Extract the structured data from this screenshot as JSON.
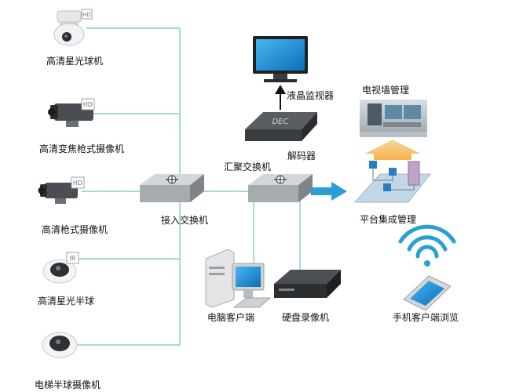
{
  "colors": {
    "line": "#7fcfcf",
    "arrow": "#2a9fd6",
    "device": "#8a8f93",
    "screen": "#1e90d6"
  },
  "cameras": [
    {
      "label": "高清星光球机",
      "badge": "HD",
      "icon": "ptz-dome-camera-icon"
    },
    {
      "label": "高清变焦枪式摄像机",
      "badge": "HD",
      "icon": "zoom-bullet-camera-icon"
    },
    {
      "label": "高清枪式摄像机",
      "badge": "HD",
      "icon": "bullet-camera-icon"
    },
    {
      "label": "高清星光半球",
      "badge": "IR",
      "icon": "ir-dome-camera-icon"
    },
    {
      "label": "电梯半球摄像机",
      "badge": "",
      "icon": "elevator-dome-camera-icon"
    }
  ],
  "nodes": {
    "access_switch": "接入交换机",
    "aggregation_switch": "汇聚交换机",
    "decoder": "解码器",
    "decoder_mark": "DEC",
    "lcd_monitor": "液晶监视器",
    "video_wall": "电视墙管理",
    "platform": "平台集成管理",
    "pc_client": "电脑客户端",
    "nvr": "硬盘录像机",
    "mobile": "手机客户端浏览"
  }
}
